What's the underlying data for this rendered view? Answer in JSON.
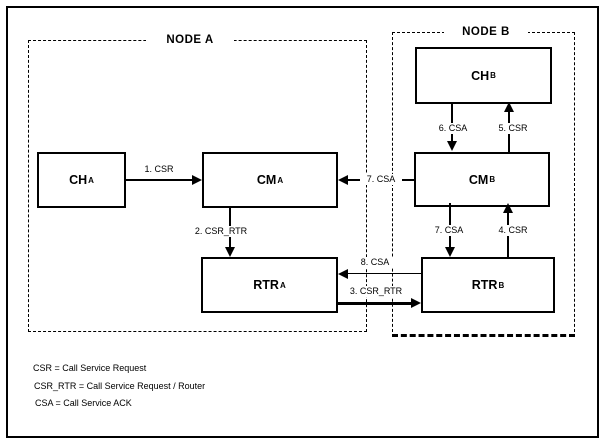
{
  "colors": {
    "ink": "#000000",
    "background": "#ffffff"
  },
  "nodes": {
    "a": {
      "label": "NODE A"
    },
    "b": {
      "label": "NODE B"
    }
  },
  "boxes": {
    "ch_a": {
      "name": "CH",
      "sub": "A"
    },
    "cm_a": {
      "name": "CM",
      "sub": "A"
    },
    "rtr_a": {
      "name": "RTR",
      "sub": "A"
    },
    "ch_b": {
      "name": "CH",
      "sub": "B"
    },
    "cm_b": {
      "name": "CM",
      "sub": "B"
    },
    "rtr_b": {
      "name": "RTR",
      "sub": "B"
    }
  },
  "arrows": {
    "a1": {
      "label": "1. CSR",
      "from": "CH_A",
      "to": "CM_A"
    },
    "a2": {
      "label": "2. CSR_RTR",
      "from": "CM_A",
      "to": "RTR_A"
    },
    "a3": {
      "label": "3. CSR_RTR",
      "from": "RTR_A",
      "to": "RTR_B"
    },
    "a4": {
      "label": "4. CSR",
      "from": "RTR_B",
      "to": "CM_B"
    },
    "a5": {
      "label": "5. CSR",
      "from": "CM_B",
      "to": "CH_B"
    },
    "a6": {
      "label": "6. CSA",
      "from": "CH_B",
      "to": "CM_B"
    },
    "a7_cm": {
      "label": "7. CSA",
      "from": "CM_B",
      "to": "CM_A"
    },
    "a7_rtr": {
      "label": "7. CSA",
      "from": "CM_B",
      "to": "RTR_B"
    },
    "a8": {
      "label": "8. CSA",
      "from": "RTR_B",
      "to": "RTR_A"
    }
  },
  "legend": {
    "lines": [
      "CSR = Call Service Request",
      "CSR_RTR = Call Service Request / Router",
      "CSA = Call Service ACK"
    ]
  }
}
